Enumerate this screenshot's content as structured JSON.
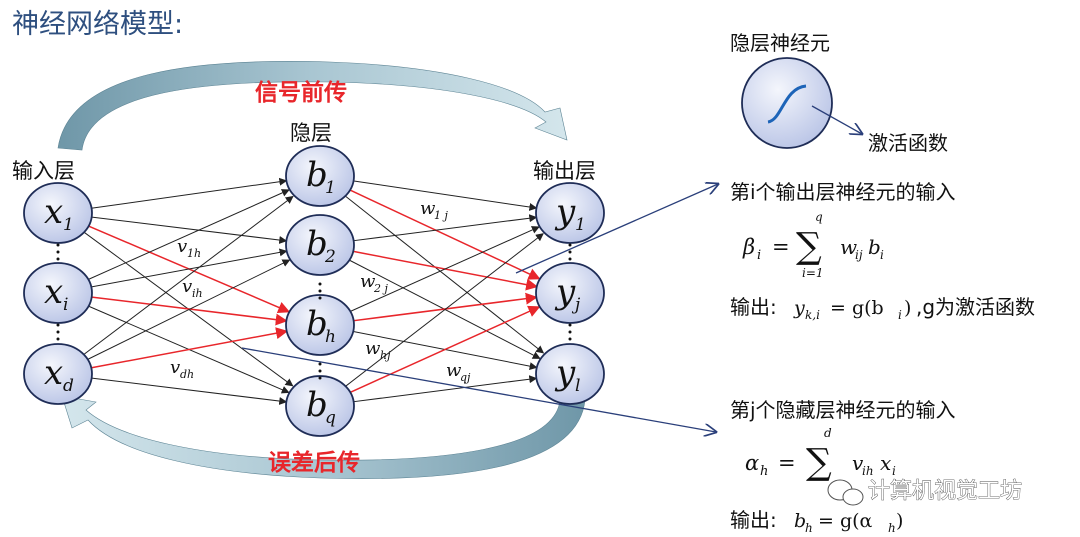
{
  "title": "神经网络模型:",
  "labels": {
    "input_layer": "输入层",
    "hidden_layer": "隐层",
    "output_layer": "输出层",
    "forward": "信号前传",
    "backward": "误差后传",
    "hidden_neuron": "隐层神经元",
    "activation": "激活函数"
  },
  "nodes": {
    "input": [
      {
        "letter": "x",
        "sub": "1"
      },
      {
        "letter": "x",
        "sub": "i"
      },
      {
        "letter": "x",
        "sub": "d"
      }
    ],
    "hidden": [
      {
        "letter": "b",
        "sub": "1"
      },
      {
        "letter": "b",
        "sub": "2"
      },
      {
        "letter": "b",
        "sub": "h"
      },
      {
        "letter": "b",
        "sub": "q"
      }
    ],
    "output": [
      {
        "letter": "y",
        "sub": "1"
      },
      {
        "letter": "y",
        "sub": "j"
      },
      {
        "letter": "y",
        "sub": "l"
      }
    ]
  },
  "weights": {
    "v1h": {
      "letter": "v",
      "sub": "1h"
    },
    "vih": {
      "letter": "v",
      "sub": "ih"
    },
    "vdh": {
      "letter": "v",
      "sub": "dh"
    },
    "w1j": {
      "letter": "w",
      "sub": "1 j"
    },
    "w2j": {
      "letter": "w",
      "sub": "2 j"
    },
    "whj": {
      "letter": "w",
      "sub": "hj"
    },
    "wqj": {
      "letter": "w",
      "sub": "qj"
    }
  },
  "formula_output": {
    "heading": "第i个输出层神经元的输入",
    "lhs": "β",
    "lhs_sub": "i",
    "eq": "=",
    "sum_top": "q",
    "sum_bottom": "i=1",
    "term_w": "w",
    "term_w_sub": "ij",
    "term_b": "b",
    "term_b_sub": "i",
    "out_prefix": "输出:",
    "out_expr": "y",
    "out_sub": "k,i",
    "out_rhs": "= g(b",
    "out_rhs_sub": "i",
    "out_rhs_end": ")",
    "out_note": ",g为激活函数"
  },
  "formula_hidden": {
    "heading": "第j个隐藏层神经元的输入",
    "lhs": "α",
    "lhs_sub": "h",
    "eq": "=",
    "sum_top": "d",
    "term_v": "v",
    "term_v_sub": "ih",
    "term_x": "x",
    "term_x_sub": "i",
    "out_prefix": "输出:",
    "out_expr": "b",
    "out_sub": "h",
    "out_rhs": "= g(α",
    "out_rhs_sub": "h",
    "out_rhs_end": ")"
  },
  "watermark": "计算机视觉工坊",
  "colors": {
    "title": "#2e4f7f",
    "node_fill": "#cfd6ef",
    "node_stroke": "#1f2d57",
    "red": "#e8262b",
    "arrow_blue": "#2a3f7a",
    "band": "#7fa7b8"
  }
}
